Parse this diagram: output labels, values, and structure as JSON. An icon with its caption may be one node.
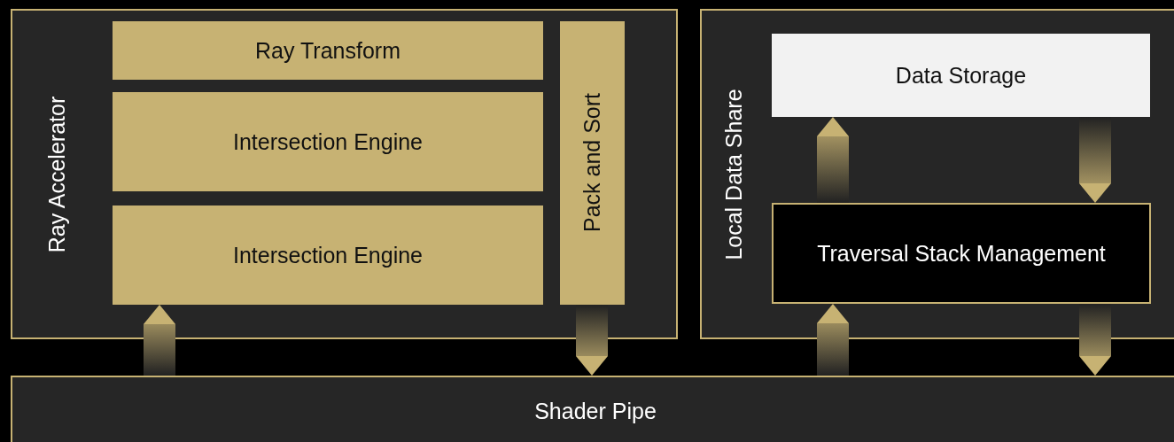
{
  "diagram": {
    "nodes": [
      {
        "text": [
          "Ray Accelerator"
        ]
      },
      {
        "text": [
          "Ray Transform"
        ],
        "in": 0
      },
      {
        "text": [
          "Intersection Engine"
        ],
        "in": 0
      },
      {
        "text": [
          "Intersection Engine"
        ],
        "in": 0
      },
      {
        "text": [
          "Pack and Sort"
        ],
        "in": 0
      },
      {
        "text": [
          "Local Data Share"
        ]
      },
      {
        "text": [
          "Data Storage"
        ],
        "in": 5
      },
      {
        "text": [
          "Traversal Stack Management"
        ],
        "in": 5
      },
      {
        "text": [
          "Shader Pipe"
        ]
      }
    ],
    "edges": [
      {
        "from": 8,
        "to": 3,
        "arrow": "to",
        "style": "thick"
      },
      {
        "from": 4,
        "to": 8,
        "arrow": "to",
        "style": "thick"
      },
      {
        "from": 8,
        "to": 7,
        "arrow": "to",
        "style": "thick"
      },
      {
        "from": 7,
        "to": 8,
        "arrow": "to",
        "style": "thick"
      },
      {
        "from": 7,
        "to": 6,
        "arrow": "to",
        "style": "thick"
      },
      {
        "from": 6,
        "to": 7,
        "arrow": "to",
        "style": "thick"
      }
    ]
  }
}
